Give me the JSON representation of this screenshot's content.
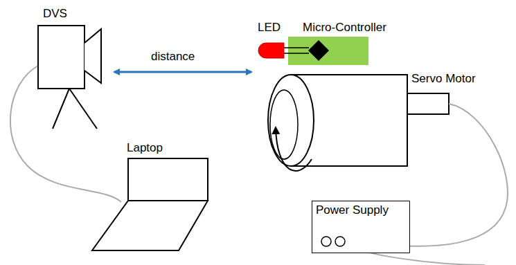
{
  "diagram": {
    "nodes": [
      {
        "text": [
          "Power Supply"
        ]
      }
    ],
    "labels": [
      "DVS",
      "distance",
      "LED",
      "Micro-Controller",
      "Laptop",
      "Servo Motor"
    ]
  }
}
